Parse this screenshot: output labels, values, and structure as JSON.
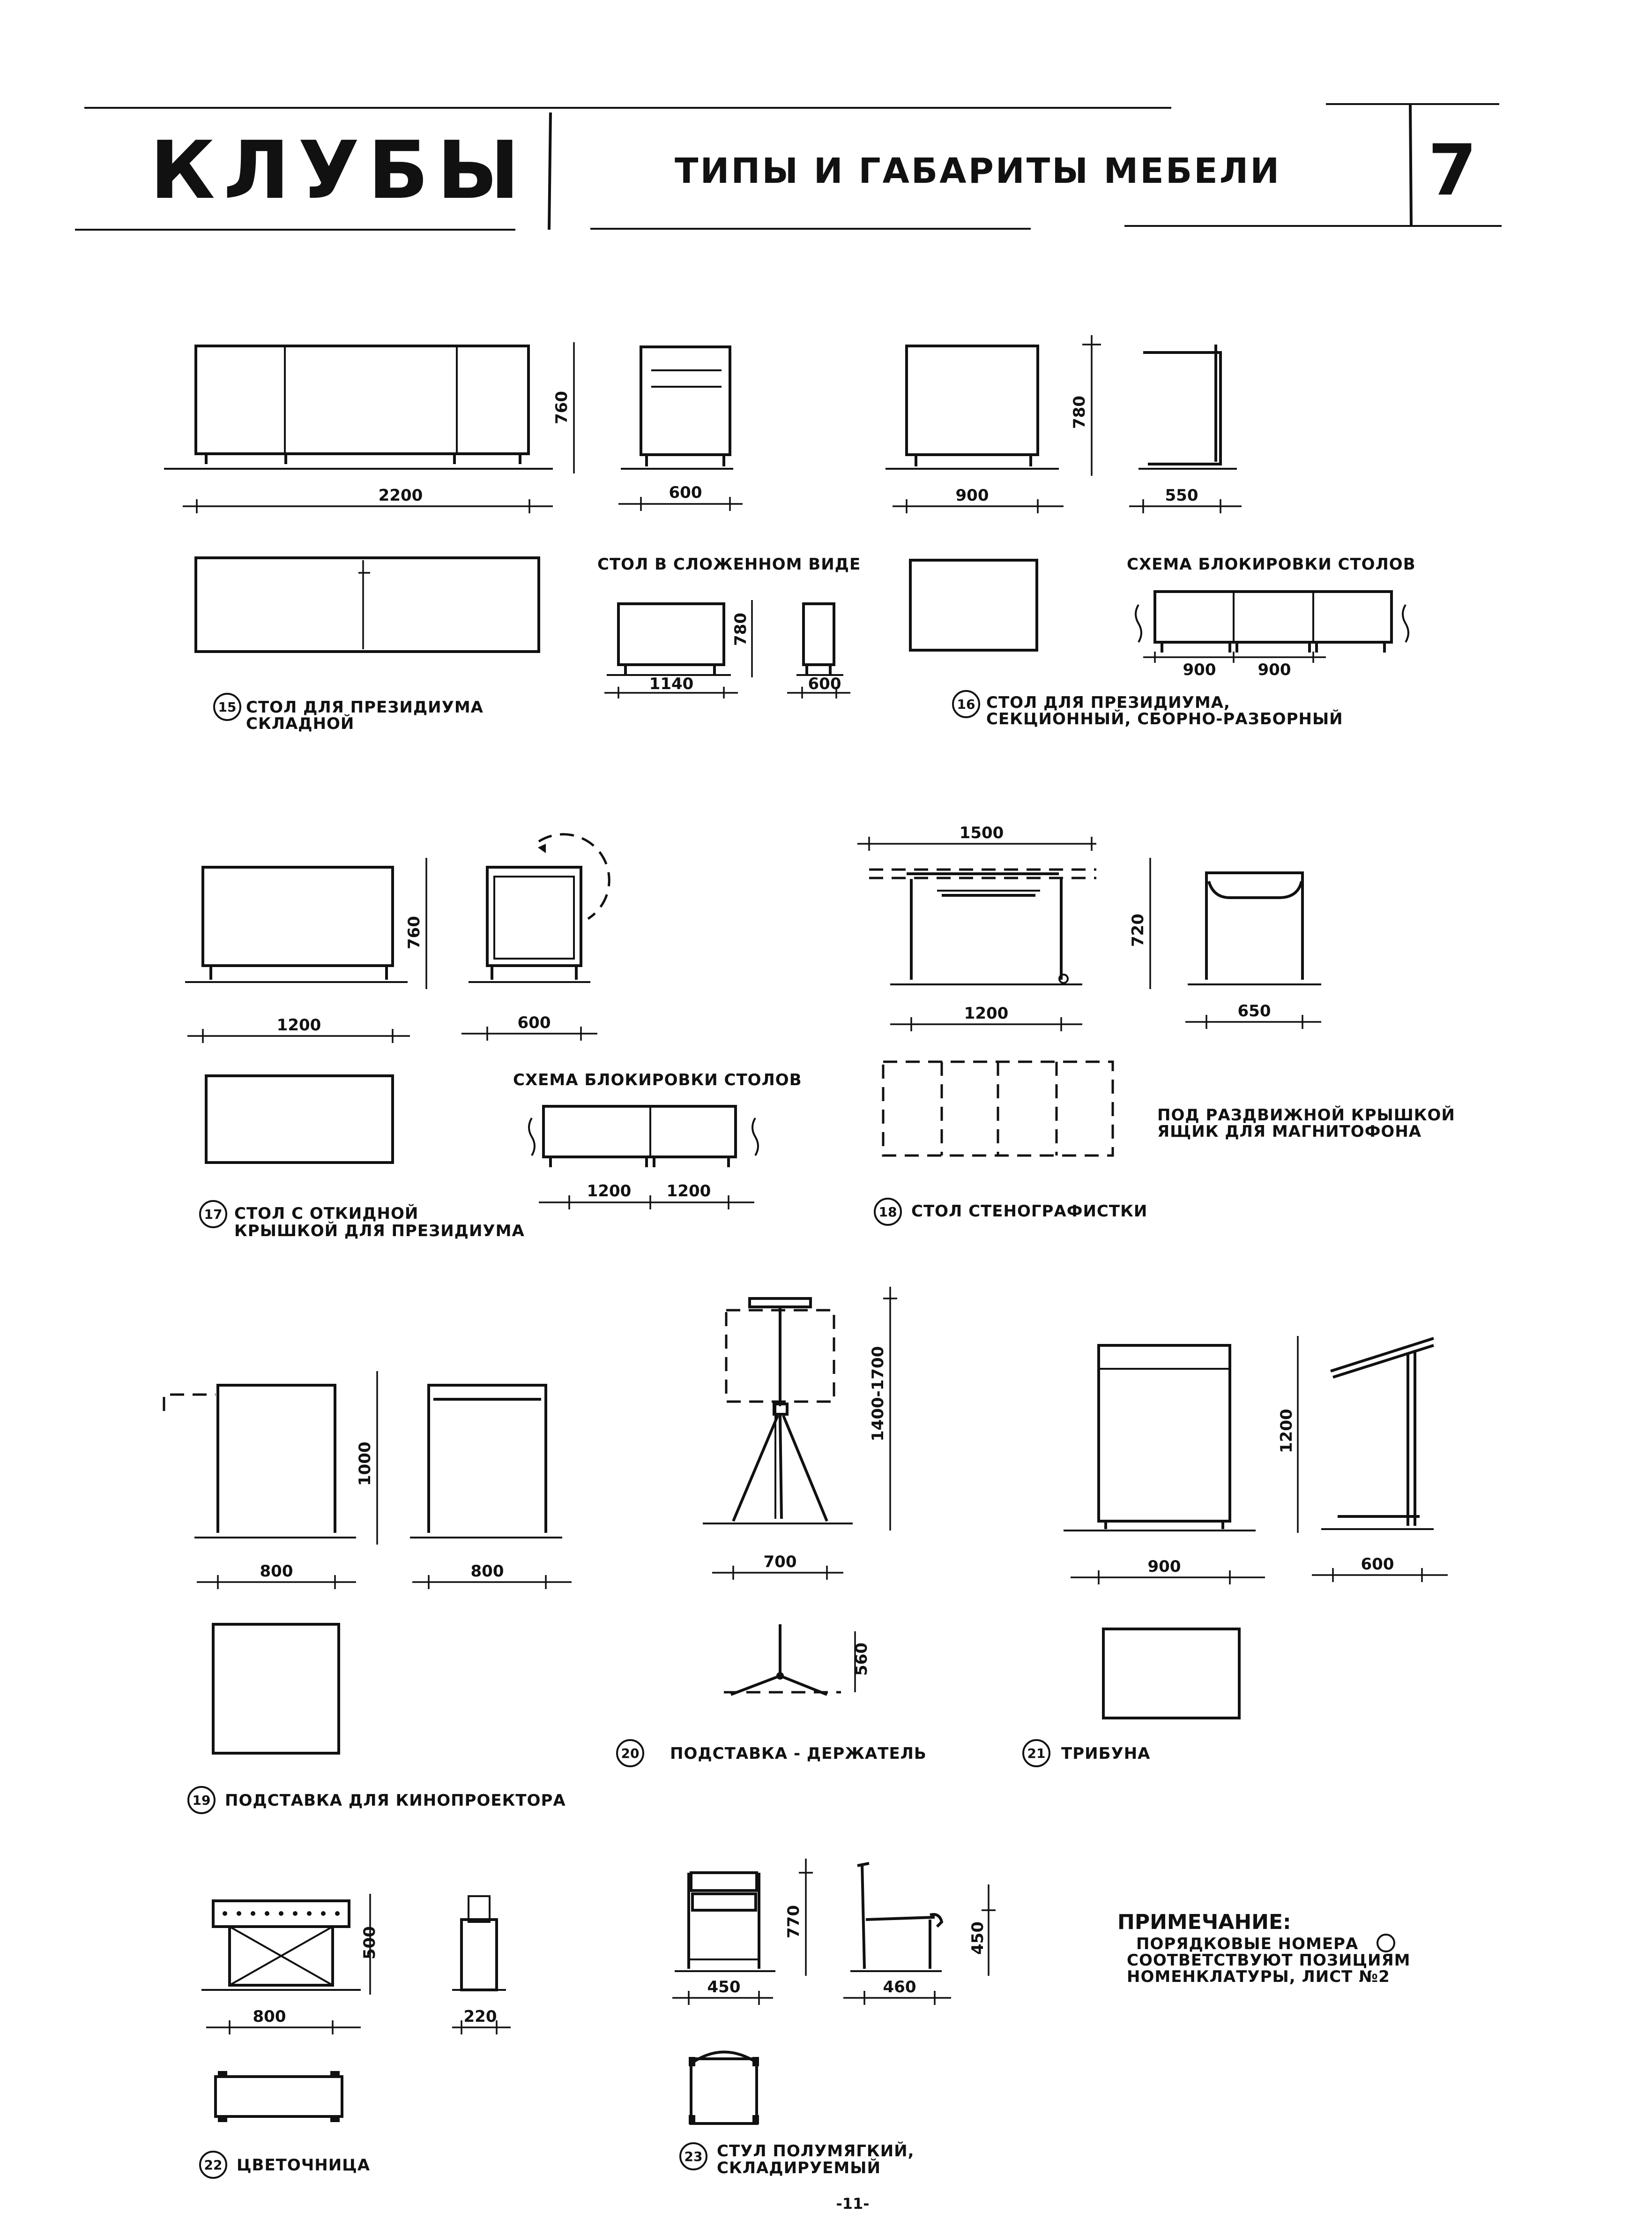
{
  "header": {
    "title": "КЛУБЫ",
    "subtitle": "ТИПЫ И ГАБАРИТЫ МЕБЕЛИ",
    "sheet_number": "7"
  },
  "items": [
    {
      "num": "15",
      "caption_l1": "СТОЛ ДЛЯ ПРЕЗИДИУМА",
      "caption_l2": "СКЛАДНОЙ",
      "dims": {
        "width": "2200",
        "height": "760",
        "depth": "600"
      },
      "folded_title": "СТОЛ В СЛОЖЕННОМ ВИДЕ",
      "folded_dims": {
        "width": "1140",
        "height": "780",
        "depth": "600"
      }
    },
    {
      "num": "16",
      "caption_l1": "СТОЛ ДЛЯ ПРЕЗИДИУМА,",
      "caption_l2": "СЕКЦИОННЫЙ, СБОРНО-РАЗБОРНЫЙ",
      "dims": {
        "width": "900",
        "height": "780",
        "depth": "550"
      },
      "scheme_title": "СХЕМА БЛОКИРОВКИ СТОЛОВ",
      "scheme_dims": [
        "900",
        "900"
      ]
    },
    {
      "num": "17",
      "caption_l1": "СТОЛ С ОТКИДНОЙ",
      "caption_l2": "КРЫШКОЙ ДЛЯ ПРЕЗИДИУМА",
      "dims": {
        "width": "1200",
        "height": "760",
        "depth": "600"
      },
      "scheme_title": "СХЕМА БЛОКИРОВКИ СТОЛОВ",
      "scheme_dims": [
        "1200",
        "1200"
      ]
    },
    {
      "num": "18",
      "caption_l1": "СТОЛ СТЕНОГРАФИСТКИ",
      "dims": {
        "top": "1500",
        "width": "1200",
        "height": "720",
        "depth": "650"
      },
      "note_l1": "ПОД РАЗДВИЖНОЙ КРЫШКОЙ",
      "note_l2": "ЯЩИК ДЛЯ МАГНИТОФОНА"
    },
    {
      "num": "19",
      "caption_l1": "ПОДСТАВКА ДЛЯ КИНОПРОЕКТОРА",
      "dims": {
        "width": "800",
        "height": "1000",
        "depth": "800"
      }
    },
    {
      "num": "20",
      "caption_l1": "ПОДСТАВКА - ДЕРЖАТЕЛЬ",
      "dims": {
        "width": "700",
        "height": "1400-1700",
        "plan": "560"
      }
    },
    {
      "num": "21",
      "caption_l1": "ТРИБУНА",
      "dims": {
        "width": "900",
        "height": "1200",
        "depth": "600"
      }
    },
    {
      "num": "22",
      "caption_l1": "ЦВЕТОЧНИЦА",
      "dims": {
        "width": "800",
        "height": "500",
        "depth": "220"
      }
    },
    {
      "num": "23",
      "caption_l1": "СТУЛ ПОЛУМЯГКИЙ,",
      "caption_l2": "СКЛАДИРУЕМЫЙ",
      "dims": {
        "width": "450",
        "height": "770",
        "depth": "460",
        "seat": "450"
      }
    }
  ],
  "note": {
    "title": "ПРИМЕЧАНИЕ:",
    "l1": "ПОРЯДКОВЫЕ НОМЕРА",
    "l2": "СООТВЕТСТВУЮТ ПОЗИЦИЯМ",
    "l3": "НОМЕНКЛАТУРЫ, ЛИСТ №2"
  },
  "page_number": "-11-"
}
